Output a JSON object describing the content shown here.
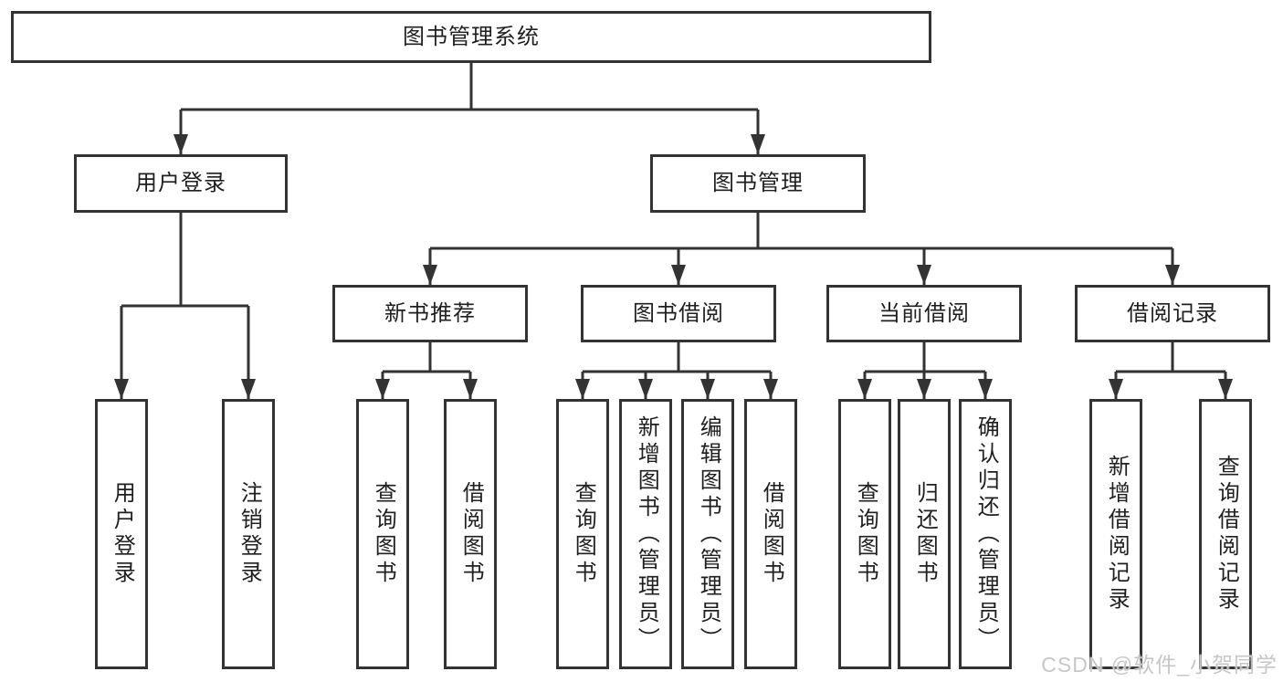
{
  "diagram_title": "图书管理系统",
  "nodes": {
    "root": {
      "label": "图书管理系统"
    },
    "userLogin": {
      "label": "用户登录",
      "children": [
        {
          "label": "用户登录"
        },
        {
          "label": "注销登录"
        }
      ]
    },
    "bookManagement": {
      "label": "图书管理",
      "children": [
        {
          "label": "新书推荐",
          "children": [
            {
              "label": "查询图书"
            },
            {
              "label": "借阅图书"
            }
          ]
        },
        {
          "label": "图书借阅",
          "children": [
            {
              "label": "查询图书"
            },
            {
              "label": "新增图书（管理员）"
            },
            {
              "label": "编辑图书（管理员）"
            },
            {
              "label": "借阅图书"
            }
          ]
        },
        {
          "label": "当前借阅",
          "children": [
            {
              "label": "查询图书"
            },
            {
              "label": "归还图书"
            },
            {
              "label": "确认归还（管理员）"
            }
          ]
        },
        {
          "label": "借阅记录",
          "children": [
            {
              "label": "新增借阅记录"
            },
            {
              "label": "查询借阅记录"
            }
          ]
        }
      ]
    }
  },
  "watermark": "CSDN @软件_小贺同学",
  "colors": {
    "line": "#333333",
    "box_border": "#333333",
    "box_fill": "#ffffff",
    "text": "#1f1f1f",
    "watermark": "#c7c7c7"
  }
}
